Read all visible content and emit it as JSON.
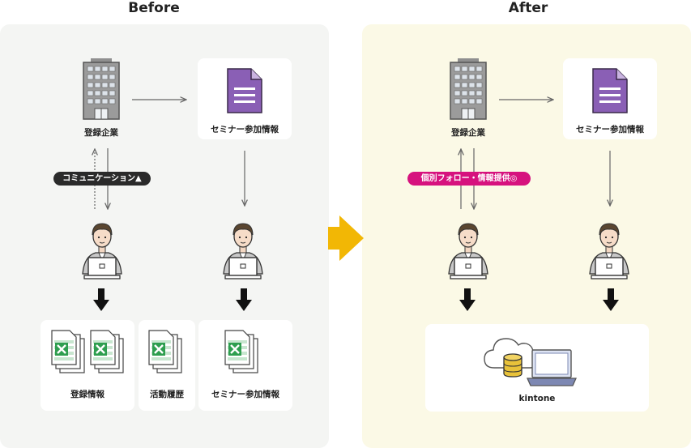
{
  "before": {
    "heading": "Before",
    "company_label": "登録企業",
    "seminar_label": "セミナー参加情報",
    "communication_label": "コミュニケーション▲",
    "outputs": [
      {
        "label": "登録情報"
      },
      {
        "label": "活動履歴"
      },
      {
        "label": "セミナー参加情報"
      }
    ]
  },
  "after": {
    "heading": "After",
    "company_label": "登録企業",
    "seminar_label": "セミナー参加情報",
    "followup_label": "個別フォロー・情報提供◎",
    "system_label": "kintone"
  },
  "colors": {
    "before_bg": "#f4f5f3",
    "after_bg": "#fbf9e6",
    "arrow_yellow": "#f2b705",
    "pill_dark": "#2a2a2a",
    "pill_pink": "#d6127e",
    "form_purple": "#8a5fb5",
    "excel_green": "#2e9e4f",
    "database_gold": "#e8c23a",
    "laptop_blue": "#7d88b3"
  },
  "icons": [
    "building-icon",
    "form-icon",
    "person-laptop-icon",
    "excel-files-icon",
    "cloud-icon",
    "database-icon",
    "laptop-icon"
  ]
}
